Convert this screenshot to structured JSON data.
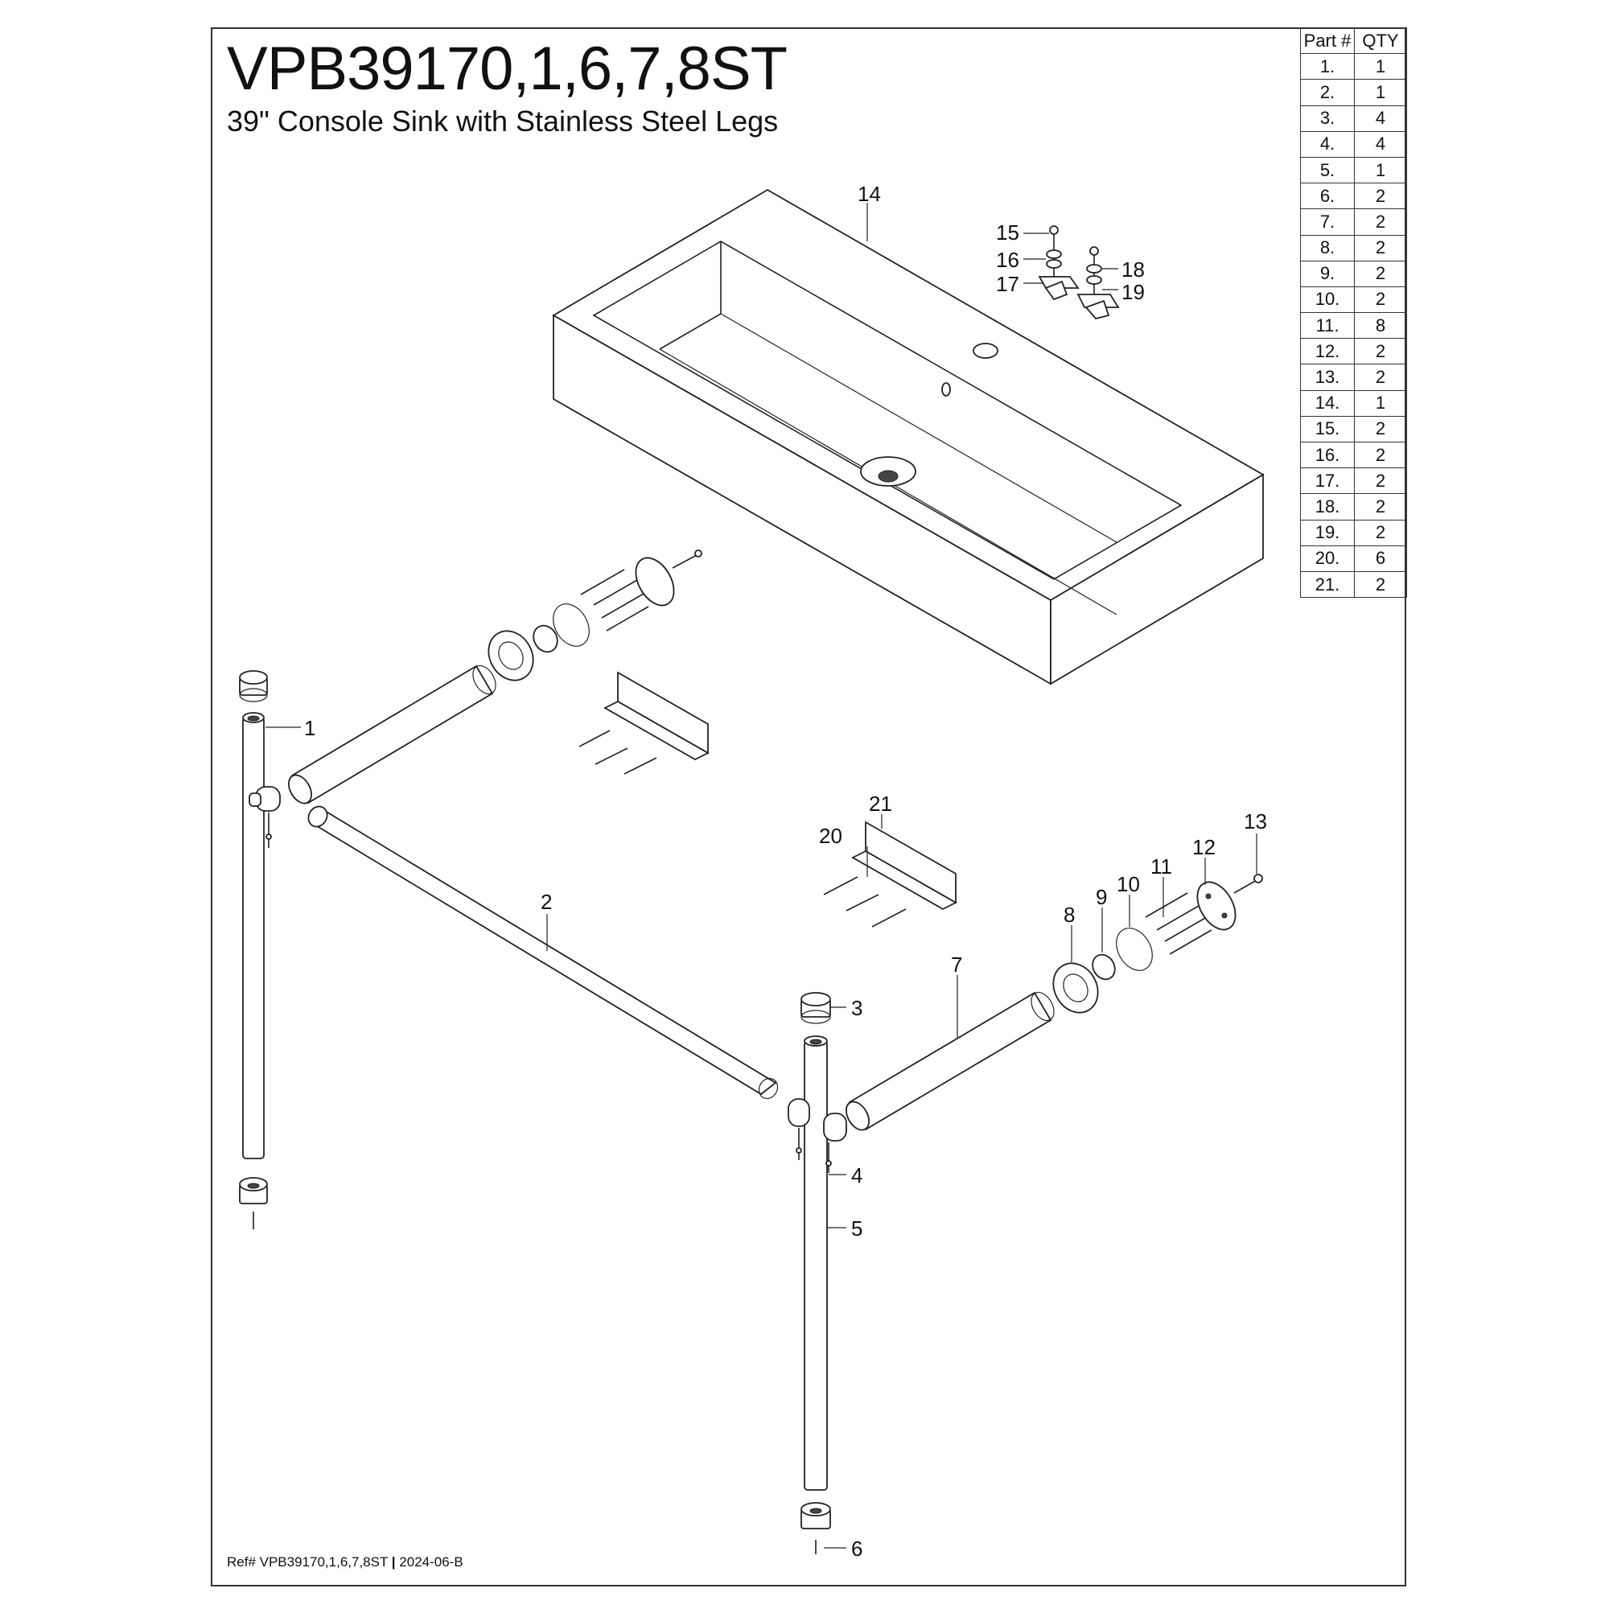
{
  "header": {
    "model": "VPB39170,1,6,7,8ST",
    "description": "39\" Console Sink with Stainless Steel Legs"
  },
  "parts_table": {
    "headers": [
      "Part #",
      "QTY"
    ],
    "rows": [
      [
        "1.",
        "1"
      ],
      [
        "2.",
        "1"
      ],
      [
        "3.",
        "4"
      ],
      [
        "4.",
        "4"
      ],
      [
        "5.",
        "1"
      ],
      [
        "6.",
        "2"
      ],
      [
        "7.",
        "2"
      ],
      [
        "8.",
        "2"
      ],
      [
        "9.",
        "2"
      ],
      [
        "10.",
        "2"
      ],
      [
        "11.",
        "8"
      ],
      [
        "12.",
        "2"
      ],
      [
        "13.",
        "2"
      ],
      [
        "14.",
        "1"
      ],
      [
        "15.",
        "2"
      ],
      [
        "16.",
        "2"
      ],
      [
        "17.",
        "2"
      ],
      [
        "18.",
        "2"
      ],
      [
        "19.",
        "2"
      ],
      [
        "20.",
        "6"
      ],
      [
        "21.",
        "2"
      ]
    ]
  },
  "callouts": {
    "p1": "1",
    "p2": "2",
    "p3": "3",
    "p4": "4",
    "p5": "5",
    "p6": "6",
    "p7": "7",
    "p8": "8",
    "p9": "9",
    "p10": "10",
    "p11": "11",
    "p12": "12",
    "p13": "13",
    "p14": "14",
    "p15": "15",
    "p16": "16",
    "p17": "17",
    "p18": "18",
    "p19": "19",
    "p20": "20",
    "p21": "21"
  },
  "footer": {
    "ref": "Ref# VPB39170,1,6,7,8ST",
    "sep": "|",
    "revision": "2024-06-B"
  }
}
